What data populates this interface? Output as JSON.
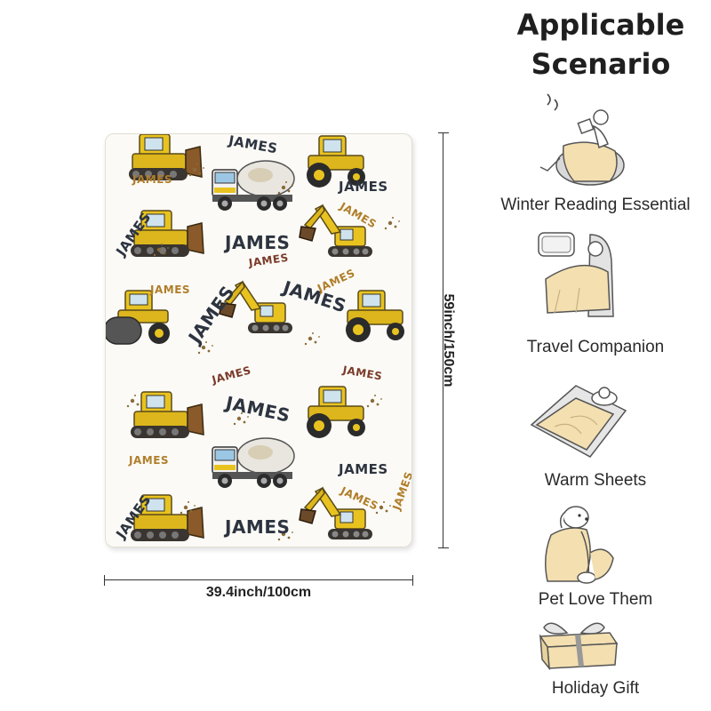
{
  "blanket": {
    "name_text": "JAMES",
    "width_label": "39.4inch/100cm",
    "height_label": "59inch/150cm"
  },
  "scenario": {
    "title_line1": "Applicable",
    "title_line2": "Scenario",
    "items": [
      {
        "label": "Winter Reading Essential",
        "icon": "reading-chair-icon"
      },
      {
        "label": "Travel Companion",
        "icon": "travel-seat-icon"
      },
      {
        "label": "Warm Sheets",
        "icon": "bed-sleeping-icon"
      },
      {
        "label": "Pet Love Them",
        "icon": "dog-blanket-icon"
      },
      {
        "label": "Holiday Gift",
        "icon": "gift-box-icon"
      }
    ]
  },
  "colors": {
    "vehicle_yellow": "#e8c320",
    "vehicle_dark": "#3a3530",
    "text_dark": "#2d3440",
    "blanket_cream": "#f3dfb0"
  }
}
